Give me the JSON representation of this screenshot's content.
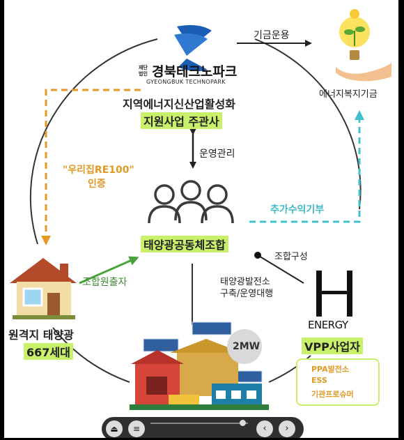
{
  "org": {
    "logo_korean_prefix_top": "재단",
    "logo_korean_prefix_bottom": "법인",
    "name_korean": "경북테크노파크",
    "name_english": "GYEONGBUK TECHNOPARK",
    "role_line1": "지역에너지신산업활성화",
    "role_line2": "지원사업 주관사"
  },
  "fund": {
    "arrow_label": "기금운용",
    "label": "에너지복지기금"
  },
  "management_label": "운영관리",
  "certification": {
    "line1": "\"우리집RE100\"",
    "line2": "인증"
  },
  "additional_revenue_label": "추가수익기부",
  "union": {
    "label": "태양광공동체조합"
  },
  "union_formation_label": "조합구성",
  "investment_label": "조합원출자",
  "construction": {
    "line1": "태양광발전소",
    "line2": "구축/운영대행"
  },
  "households": {
    "line1": "원격지 태양광",
    "line2": "667세대"
  },
  "energy_company": {
    "logo_letter": "H",
    "logo_text": "ENERGY",
    "label": "VPP사업자",
    "services": [
      "PPA발전소",
      "ESS",
      "기관프로슈머"
    ]
  },
  "plant": {
    "capacity": "2MW"
  },
  "colors": {
    "highlight": "#c8f06a",
    "orange_dashed": "#e39a25",
    "teal_dashed": "#3fc0cc",
    "green_arrow": "#4ba33d",
    "ring": "#333333",
    "certification_text": "#e39a25",
    "revenue_text": "#3fb9c8",
    "investment_text": "#3d8b33"
  },
  "toolbar": {
    "icons": [
      "eject-icon",
      "menu-icon",
      "prev-icon",
      "next-icon"
    ]
  }
}
